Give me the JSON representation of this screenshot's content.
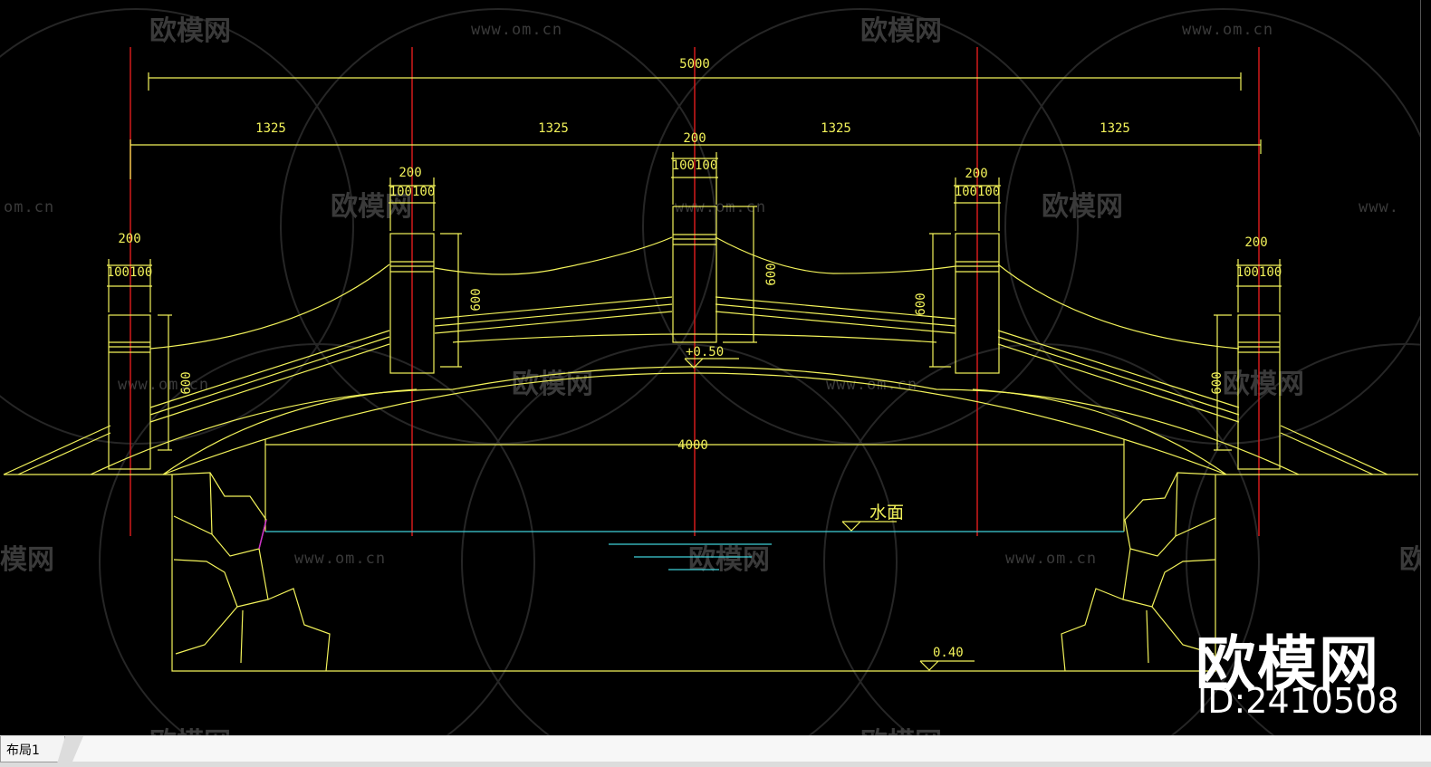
{
  "drawing": {
    "dims": {
      "total": "5000",
      "span1": "1325",
      "span2": "1325",
      "span3": "1325",
      "span4": "1325",
      "post_w1": "200",
      "post_w2": "200",
      "post_w3": "200",
      "post_w4": "200",
      "post_w5": "200",
      "post_half1": "100100",
      "post_half2": "100100",
      "post_half3": "100100",
      "post_half4": "100100",
      "post_half5": "100100",
      "rail_h1": "600",
      "rail_h2": "600",
      "rail_h3": "600",
      "rail_h4": "600",
      "rail_h5": "600",
      "arch_span": "4000"
    },
    "elevation_top": "+0.50",
    "water_label": "水面",
    "bottom_level": "0.40"
  },
  "watermark": {
    "logo_text": "欧模网",
    "url": "www.om.cn",
    "url_partial": "om.cn",
    "url_partial2": "www."
  },
  "brand": {
    "name": "欧模网",
    "id": "ID:2410508"
  },
  "layout_tab": {
    "label": "布局1"
  },
  "colors": {
    "drawing_line": "#f2f25a",
    "axis_line": "#d21b1b",
    "water_line": "#3fd0d8",
    "background": "#000000"
  }
}
